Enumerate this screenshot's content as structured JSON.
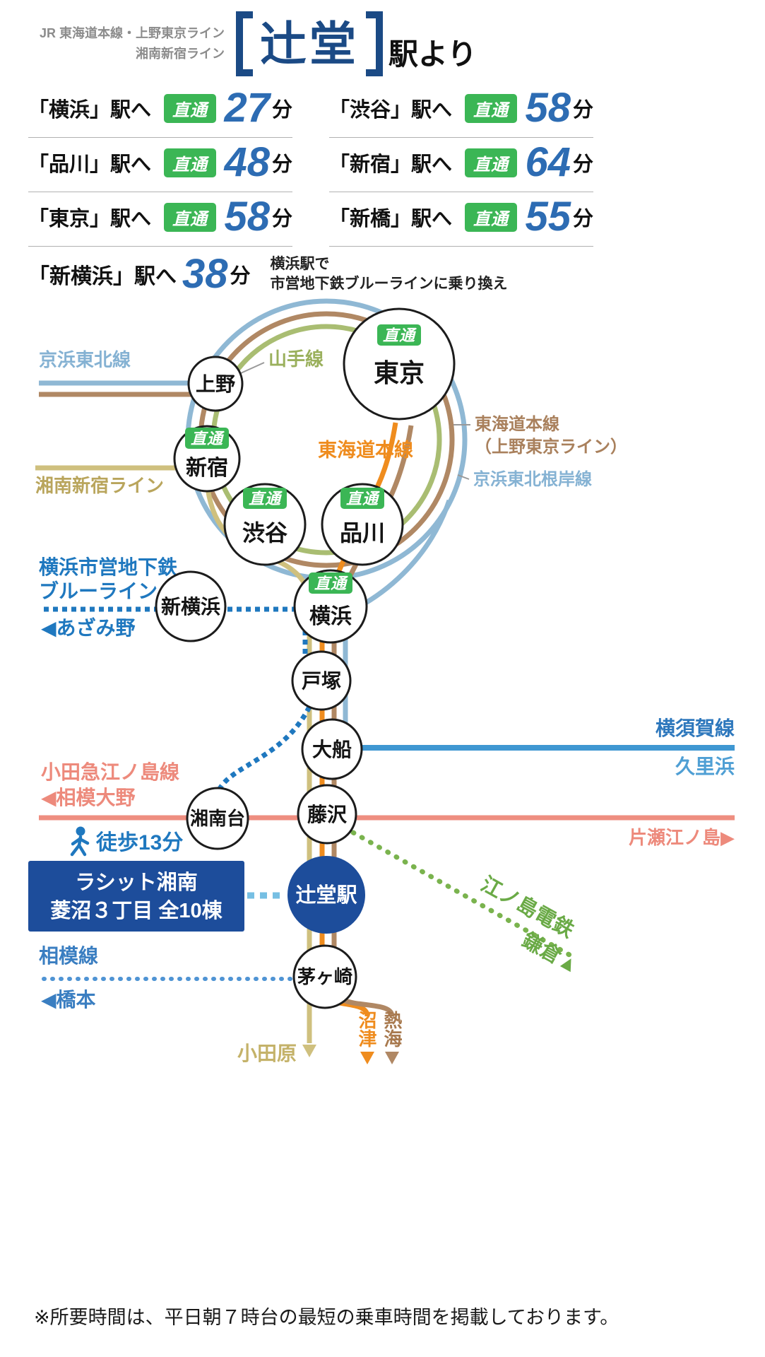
{
  "colors": {
    "direct_badge_green": "#3bb655",
    "time_number_blue": "#2d6cb3",
    "header_navy": "#1b4a85",
    "property_blue": "#1d4d9b",
    "tokaido_orange": "#ef8c1e",
    "ueno_tokyo_brown": "#b08864",
    "keihin_tohoku_blue": "#8fb8d4",
    "yamanote_green": "#a9bd72",
    "shonan_shinjuku_tan": "#cfc07e",
    "subway_blue": "#1f78bf",
    "yokosuka_blue": "#3f97d2",
    "odakyu_salmon": "#ee8e80",
    "enoden_green": "#7ab34e",
    "sagami_blue": "#4f94d4"
  },
  "header": {
    "small_line1": "JR 東海道本線・上野東京ライン",
    "small_line2": "湘南新宿ライン",
    "station": "辻堂",
    "suffix": "駅より"
  },
  "times": {
    "rows": [
      {
        "station": "「横浜」駅へ",
        "badge": "直通",
        "minutes": "27",
        "unit": "分"
      },
      {
        "station": "「渋谷」駅へ",
        "badge": "直通",
        "minutes": "58",
        "unit": "分"
      },
      {
        "station": "「品川」駅へ",
        "badge": "直通",
        "minutes": "48",
        "unit": "分"
      },
      {
        "station": "「新宿」駅へ",
        "badge": "直通",
        "minutes": "64",
        "unit": "分"
      },
      {
        "station": "「東京」駅へ",
        "badge": "直通",
        "minutes": "58",
        "unit": "分"
      },
      {
        "station": "「新橋」駅へ",
        "badge": "直通",
        "minutes": "55",
        "unit": "分"
      }
    ],
    "shin_yokohama": {
      "station": "「新横浜」駅へ",
      "minutes": "38",
      "unit": "分",
      "note1": "横浜駅で",
      "note2": "市営地下鉄ブルーラインに乗り換え"
    }
  },
  "map": {
    "badge": "直通",
    "stations": {
      "ueno": "上野",
      "tokyo": "東京",
      "shinjuku": "新宿",
      "shibuya": "渋谷",
      "shinagawa": "品川",
      "shin_yokohama": "新横浜",
      "yokohama": "横浜",
      "totsuka": "戸塚",
      "ofuna": "大船",
      "shonandai": "湘南台",
      "fujisawa": "藤沢",
      "tsujido": "辻堂駅",
      "chigasaki": "茅ヶ崎"
    },
    "labels": {
      "keihin_tohoku": "京浜東北線",
      "yamanote": "山手線",
      "tokaido": "東海道本線",
      "tokaido_ueno_1": "東海道本線",
      "tokaido_ueno_2": "（上野東京ライン）",
      "negishi": "京浜東北根岸線",
      "shonan_shinjuku": "湘南新宿ライン",
      "subway_1": "横浜市営地下鉄",
      "subway_2": "ブルーライン",
      "azamino": "◀あざみ野",
      "yokosuka": "横須賀線",
      "kurihama": "久里浜",
      "odakyu": "小田急江ノ島線",
      "sagami_ono": "◀相模大野",
      "katase_enoshima": "片瀬江ノ島▶",
      "enoden": "江ノ島電鉄",
      "kamakura": "鎌倉▲",
      "sagami": "相模線",
      "hashimoto": "◀橋本",
      "odawara": "小田原",
      "numazu": "沼津",
      "atami": "熱海"
    },
    "walk_label": "徒歩13分",
    "property_line1": "ラシット湘南",
    "property_line2": "菱沼３丁目 全10棟"
  },
  "footer": {
    "note": "※所要時間は、平日朝７時台の最短の乗車時間を掲載しております。"
  }
}
